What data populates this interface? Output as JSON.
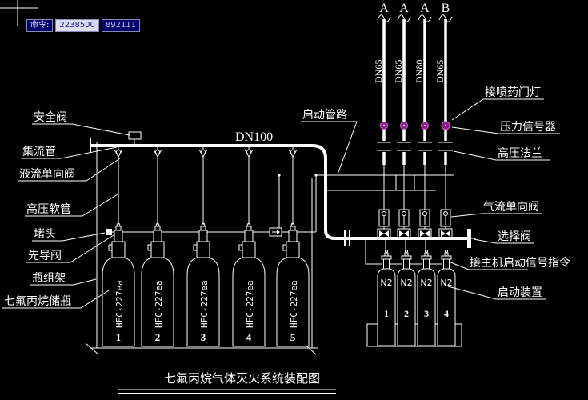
{
  "app": {
    "command_label": "命令:",
    "coord_value_1": "2238500",
    "coord_value_2": "892111"
  },
  "diagram": {
    "title": "七氟丙烷气体灭火系统装配图",
    "manifold_size": "DN100",
    "start_pipe_label": "启动管路",
    "pipes": {
      "letters": [
        "A",
        "A",
        "A",
        "B"
      ],
      "sizes": [
        "DN65",
        "DN65",
        "DN80",
        "DN65"
      ]
    },
    "left_labels": {
      "safety_valve": "安全阀",
      "collector_pipe": "集流管",
      "liquid_check_valve": "液流单向阀",
      "hp_hose": "高压软管",
      "plug": "堵头",
      "pilot_valve": "先导阀",
      "bottle_rack": "瓶组架",
      "storage_bottle": "七氟丙烷储瓶"
    },
    "right_labels": {
      "spray_door_light": "接喷药门灯",
      "pressure_signal": "压力信号器",
      "hp_flange": "高压法兰",
      "gas_check_valve": "气流单向阀",
      "selector_valve": "选择阀",
      "host_start_signal": "接主机启动信号指令",
      "start_device": "启动装置"
    },
    "cylinders": {
      "label": "HFC-227ea",
      "numbers": [
        "1",
        "2",
        "3",
        "4",
        "5"
      ]
    },
    "n2": {
      "label": "N2",
      "numbers": [
        "1",
        "2",
        "3",
        "4"
      ]
    },
    "colors": {
      "line": "#ffffff",
      "background": "#000000",
      "signal_fill": "#8b1a8b",
      "signal_ring": "#e060e0",
      "field_bg": "#000066",
      "field_border": "#8888bb"
    }
  }
}
